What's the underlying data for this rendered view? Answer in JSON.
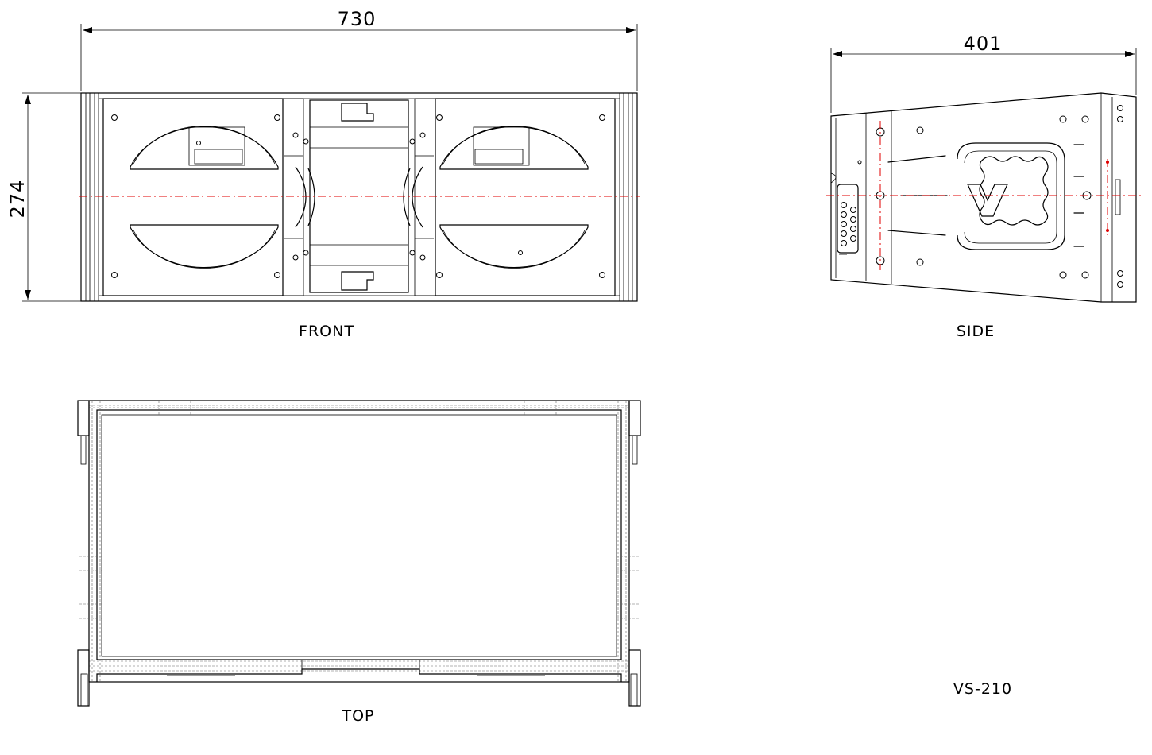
{
  "dimensions": {
    "front_width": "730",
    "front_height": "274",
    "side_depth": "401"
  },
  "views": {
    "front_label": "FRONT",
    "side_label": "SIDE",
    "top_label": "TOP"
  },
  "model": "VS-210",
  "colors": {
    "line": "#000000",
    "centerline": "#e00000",
    "background": "#ffffff"
  }
}
